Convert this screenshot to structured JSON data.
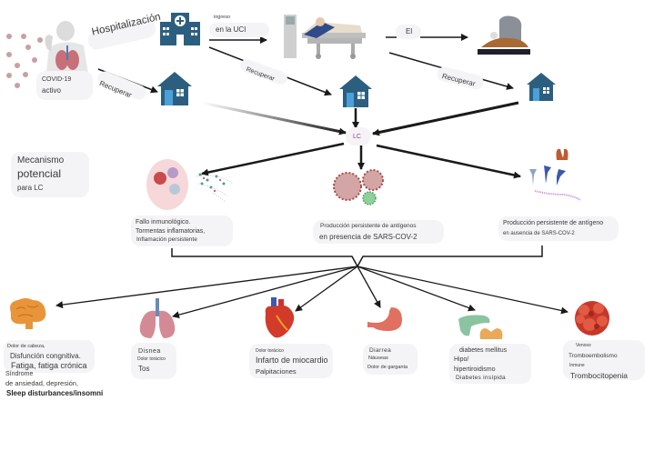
{
  "top_flow": {
    "covid_label_1": "COVID-19",
    "covid_label_2": "activo",
    "hospitalization": "Hospitalización",
    "icu_small": "ingreso",
    "icu": "en la UCI",
    "death": "El",
    "recover_1": "Recuperar",
    "recover_2": "Recuperar",
    "recover_3": "Recuperar",
    "lc_node": "LC"
  },
  "mechanism_panel": {
    "line1": "Mecanismo",
    "line2": "potencial",
    "line3": "para LC"
  },
  "mechanisms": [
    {
      "lines": [
        "Fallo inmunológico.",
        "Tormentas inflamatorias,",
        "Inflamación persistente"
      ]
    },
    {
      "lines": [
        "Producción persistente de antígenos",
        "en presencia de SARS-COV-2"
      ]
    },
    {
      "lines": [
        "Producción persistente de antígeno",
        "en ausencia de SARS-COV-2"
      ]
    }
  ],
  "organs": [
    {
      "organ": "brain",
      "lines": [
        "Dolor de cabeza,",
        "Disfunción congnitiva.",
        "Fatiga, fatiga crónica",
        "Síndrome",
        "de ansiedad, depresión,",
        "Sleep disturbances/insomni"
      ]
    },
    {
      "organ": "lungs",
      "lines": [
        "Disnea",
        "Dolor torácico",
        "Tos"
      ]
    },
    {
      "organ": "heart",
      "lines": [
        "Dolor torácico",
        "Infarto de miocardio",
        "Palpitaciones"
      ]
    },
    {
      "organ": "stomach",
      "lines": [
        "Diarrea",
        "Náuseas",
        "Dolor de garganta"
      ]
    },
    {
      "organ": "pancreas-thyroid",
      "lines": [
        "diabetes mellitus",
        "Hipo/",
        "hipertiroidismo",
        "Diabetes insípida"
      ]
    },
    {
      "organ": "blood-clot",
      "lines": [
        "Venoso",
        "Tromboembolismo",
        "Inmune",
        "Trombocitopenia"
      ]
    }
  ],
  "colors": {
    "house": "#2c5f7f",
    "arrow": "#1a1a1a",
    "pill": "#f4f4f6",
    "lc_text": "#8a3d7a"
  }
}
